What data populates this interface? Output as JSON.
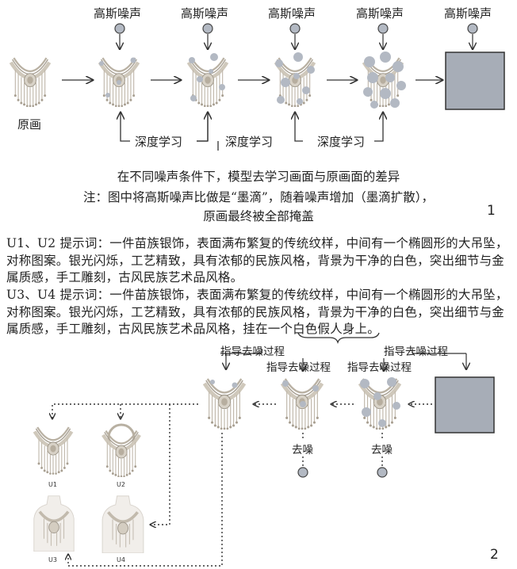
{
  "panel1": {
    "noise_label": "高斯噪声",
    "original_label": "原画",
    "deep_learning_label": "深度学习",
    "caption_line1": "在不同噪声条件下，模型去学习画面与原画面的差异",
    "caption_line2": "注：图中将高斯噪声比做是“墨滴”，随着噪声增加（墨滴扩散），",
    "caption_line3": "原画最终被全部掩盖",
    "number": "1"
  },
  "prompts": {
    "u12": "U1、U2 提示词：一件苗族银饰，表面满布繁复的传统纹样，中间有一个椭圆形的大吊坠，对称图案。银光闪烁，工艺精致，具有浓郁的民族风格，背景为干净的白色，突出细节与金属质感，手工雕刻，古风民族艺术品风格。",
    "u34": "U3、U4 提示词：一件苗族银饰，表面满布繁复的传统纹样，中间有一个椭圆形的大吊坠，对称图案。银光闪烁，工艺精致，具有浓郁的民族风格，背景为干净的白色，突出细节与金属质感，手工雕刻，古风民族艺术品风格，挂在一个白色假人身上。"
  },
  "panel2": {
    "guide_label": "指导去噪过程",
    "denoise_label": "去噪",
    "outputs": [
      "U1",
      "U2",
      "U3",
      "U4"
    ],
    "number": "2"
  },
  "colors": {
    "noise_block": "#a7adb7",
    "noise_dot": "#b3b9c3",
    "silver": "#c9c2b6",
    "arrow": "#333333"
  }
}
